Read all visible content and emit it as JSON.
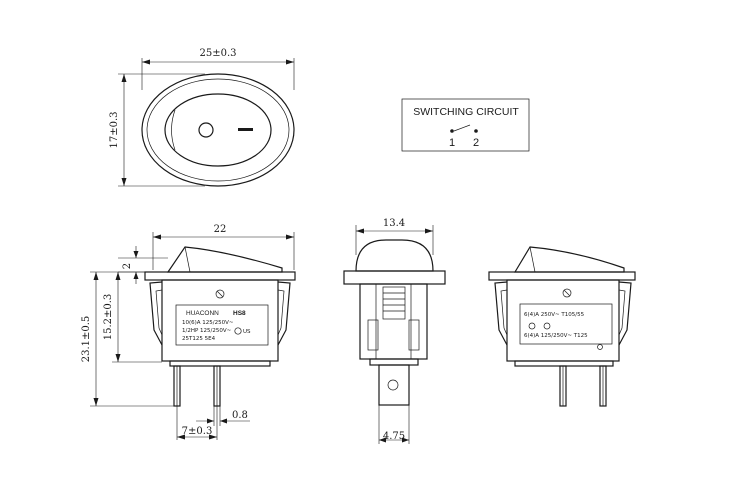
{
  "top_view": {
    "width_dim": "25±0.3",
    "height_dim": "17±0.3"
  },
  "circuit_box": {
    "title": "SWITCHING CIRCUIT",
    "terminal_1": "1",
    "terminal_2": "2"
  },
  "front_view": {
    "width_dim": "22",
    "actuator_dim": "2",
    "body_height_dim": "15.2±0.3",
    "total_height_dim": "23.1±0.5",
    "pin_width_dim": "0.8",
    "pin_pitch_dim": "7±0.3",
    "label": {
      "brand": "HUACONN",
      "model": "HS8",
      "line1": "10(6)A 125/250V~",
      "line2": "1/2HP 125/250V~",
      "line3": "25T125 5E4",
      "mark": "US"
    }
  },
  "side_view": {
    "width_dim": "13.4",
    "terminal_dim": "4.75"
  },
  "back_view": {
    "label": {
      "line1": "6(4)A 250V~ T105/55",
      "line2": "6(4)A 125/250V~ T125"
    }
  }
}
